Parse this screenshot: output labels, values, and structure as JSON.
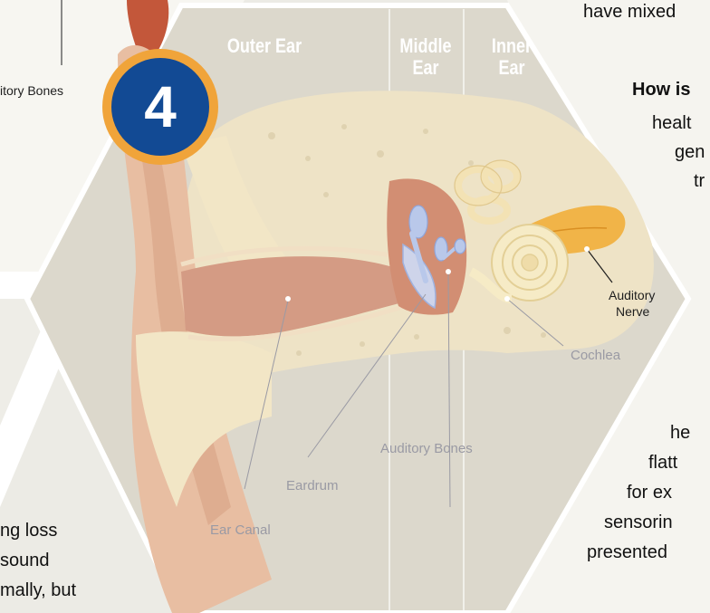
{
  "diagram": {
    "section_headers": {
      "outer_ear": "Outer Ear",
      "middle_ear": [
        "Middle",
        "Ear"
      ],
      "inner_ear": [
        "Inner",
        "Ear"
      ]
    },
    "step_badge": {
      "number": "4",
      "colors": {
        "fill": "#124a94",
        "ring": "#f0a43a"
      }
    },
    "labels": {
      "auditory_bones_top": "itory Bones",
      "auditory_nerve": [
        "Auditory",
        "Nerve"
      ],
      "cochlea": "Cochlea",
      "auditory_bones": "Auditory Bones",
      "eardrum": "Eardrum",
      "ear_canal": "Ear Canal"
    },
    "colors": {
      "panel": "#dcd8cc",
      "bone": "#f1e6c8",
      "skin": "#e6b89a",
      "canal": "#d49b84",
      "nerve": "#f1b448",
      "ossicles": "#b9c8ea"
    }
  },
  "article_text": {
    "right_top": "have mixed",
    "question": "How is",
    "right_lines": [
      "healt",
      "gen",
      "tr"
    ],
    "right_bottom": [
      "he",
      "flatt",
      "for ex",
      "sensorin",
      "presented"
    ],
    "left_bottom": [
      "ng loss",
      "sound",
      "mally, but"
    ]
  }
}
